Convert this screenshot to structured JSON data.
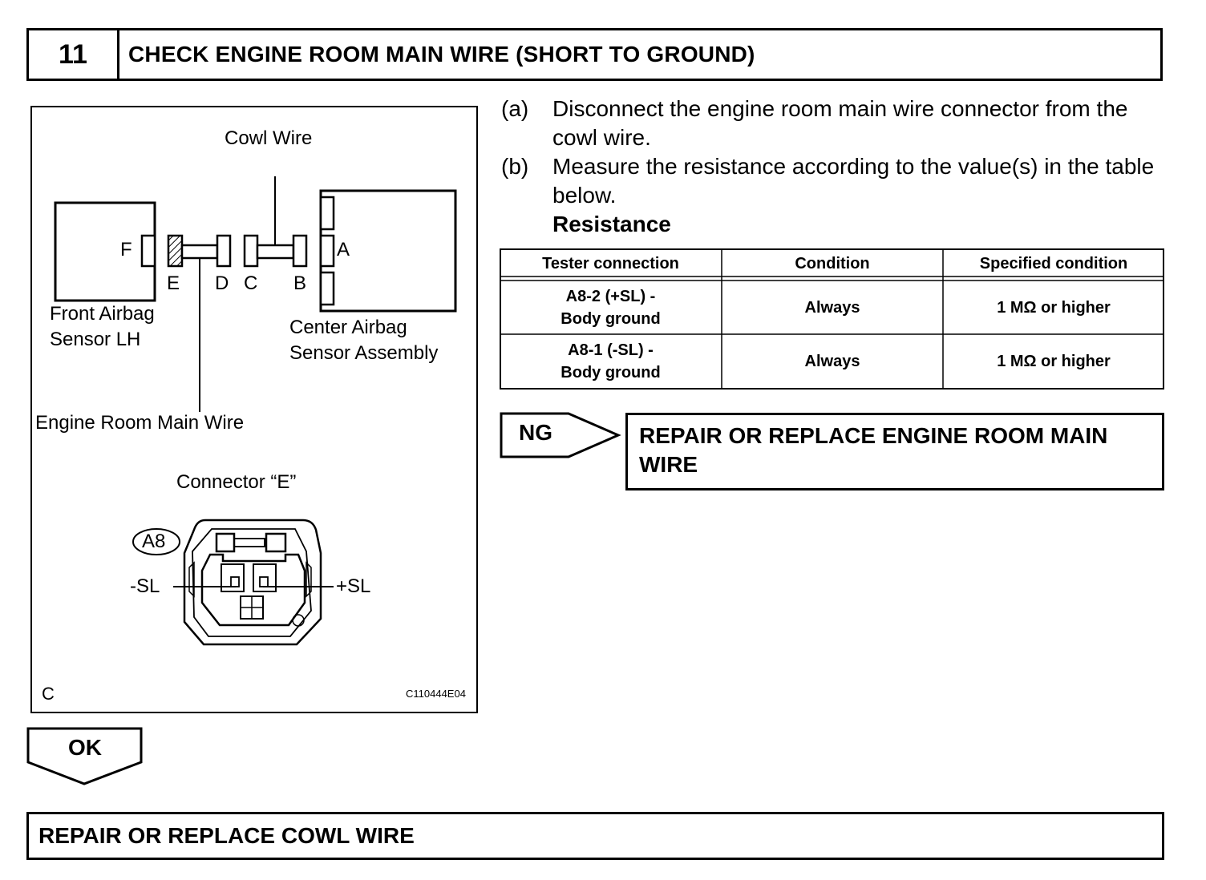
{
  "step": {
    "number": "11",
    "title": "CHECK ENGINE ROOM MAIN WIRE (SHORT TO GROUND)"
  },
  "diagram": {
    "labels": {
      "cowl_wire": "Cowl Wire",
      "front_sensor": "Front Airbag\nSensor LH",
      "center_sensor": "Center Airbag\nSensor Assembly",
      "engine_room_wire": "Engine Room Main Wire",
      "connector_title": "Connector “E”",
      "connector_code": "A8",
      "minus_sl": "-SL",
      "plus_sl": "+SL",
      "letter_a": "A",
      "letter_b": "B",
      "letter_c": "C",
      "letter_d": "D",
      "letter_e": "E",
      "letter_f": "F",
      "corner_letter": "C",
      "figure_code": "C110444E04"
    }
  },
  "instructions": [
    {
      "marker": "(a)",
      "text": "Disconnect the engine room main wire connector from the cowl wire."
    },
    {
      "marker": "(b)",
      "text": "Measure the resistance according to the value(s) in the table below."
    }
  ],
  "resistance_heading": "Resistance",
  "table": {
    "headers": [
      "Tester connection",
      "Condition",
      "Specified condition"
    ],
    "rows": [
      {
        "connection": "A8-2 (+SL) -\nBody ground",
        "condition": "Always",
        "specified": "1 MΩ or higher"
      },
      {
        "connection": "A8-1 (-SL) -\nBody ground",
        "condition": "Always",
        "specified": "1 MΩ or higher"
      }
    ]
  },
  "ng": {
    "label": "NG",
    "result": "REPAIR OR REPLACE ENGINE ROOM MAIN WIRE"
  },
  "ok": {
    "label": "OK",
    "result": "REPAIR OR REPLACE COWL WIRE"
  }
}
